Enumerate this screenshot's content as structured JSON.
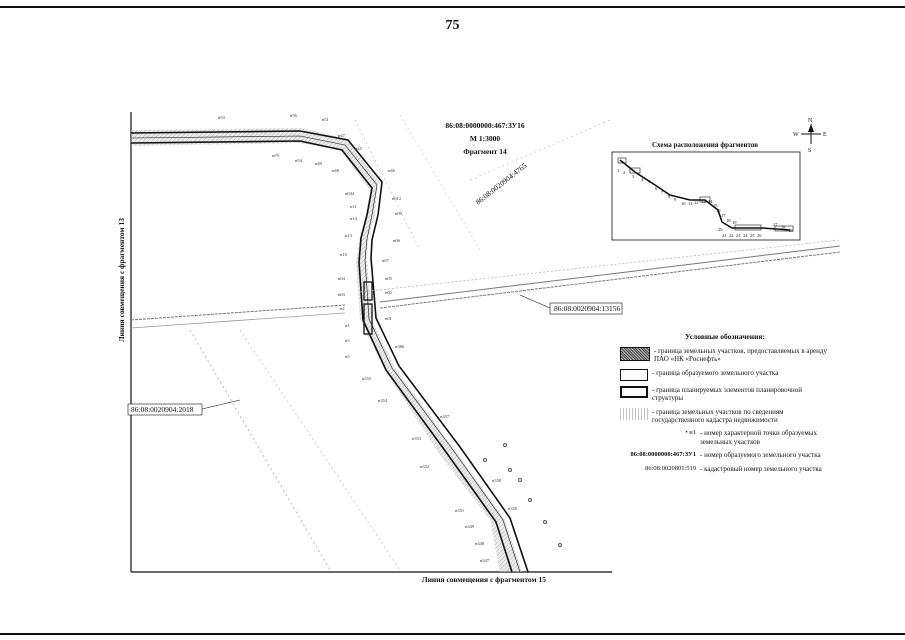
{
  "page_number": "75",
  "map": {
    "left_side_label": "Линия совмещения с фрагментом 13",
    "bottom_label": "Линия совмещения с фрагментом 15",
    "title_code": "86:08:0000000:467:ЗУ16",
    "scale": "М 1:3000",
    "fragment": "Фрагмент 14",
    "parcel_labels": {
      "p4765": "86:08:0020904:4765",
      "p13156": "86:08:0020904:13156",
      "p2018": "86:08:0020904:2018"
    },
    "points": [
      "н53",
      "н56",
      "н51",
      "н55",
      "н54",
      "н49",
      "н48",
      "н47",
      "н45",
      "н46",
      "н044",
      "н012",
      "н11",
      "н14",
      "н09",
      "н13",
      "н06",
      "н10",
      "н07",
      "н04",
      "н05",
      "н03",
      "н02",
      "н2",
      "н01",
      "н1",
      "н3",
      "н5",
      "н386",
      "н355",
      "н354",
      "н357",
      "н353",
      "н352",
      "н358",
      "н351",
      "н350",
      "н349",
      "н348",
      "н347"
    ],
    "compass": {
      "n": "N",
      "s": "S",
      "w": "W",
      "e": "E"
    }
  },
  "inset": {
    "title": "Схема расположения фрагментов",
    "numbers": [
      "1",
      "2",
      "3",
      "4",
      "5",
      "6",
      "7",
      "8",
      "9",
      "10",
      "11",
      "12",
      "13",
      "14",
      "15",
      "16",
      "17",
      "18",
      "19",
      "20",
      "21",
      "22",
      "23",
      "24",
      "25",
      "26",
      "27",
      "28",
      "29"
    ]
  },
  "legend": {
    "title": "Условные обозначения:",
    "items": [
      {
        "text": "- граница земельных участков, предоставляемых в аренду ПАО «НК «Роснефть»"
      },
      {
        "text": "- граница образуемого земельного участка"
      },
      {
        "text": "- граница планируемых элементов планировочной структуры"
      },
      {
        "text": "- граница земельных участков по сведениям государственного кадастра недвижимости"
      },
      {
        "marker": "• н1",
        "text": "- номер характерной точки образуемых земельных участков"
      },
      {
        "code": "86:08:0000000:467:ЗУ1",
        "text": "- номер образуемого земельного участка"
      },
      {
        "code": "86:08:0020801:519",
        "text": "- кадастровый номер земельного участка"
      }
    ]
  }
}
